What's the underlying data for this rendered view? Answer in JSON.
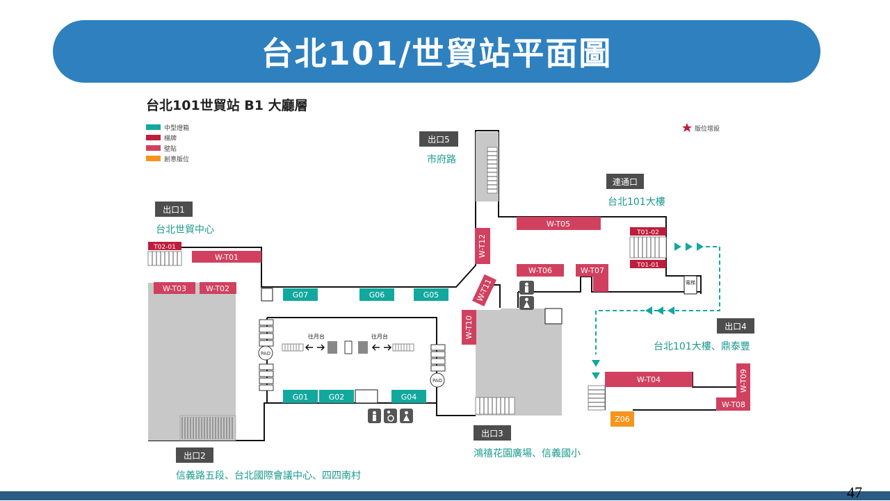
{
  "title": "台北101/世貿站平面圖",
  "page_number": "47",
  "floor_title": "台北101世貿站 B1 大廳層",
  "legend": [
    {
      "label": "中型燈箱",
      "color": "#13a89e"
    },
    {
      "label": "梯牌",
      "color": "#be1e3c"
    },
    {
      "label": "壁貼",
      "color": "#d1415f"
    },
    {
      "label": "創意版位",
      "color": "#f7941d"
    }
  ],
  "legend_right": {
    "label": "版位增設",
    "icon": "star-icon",
    "color": "#be1e3c"
  },
  "exits": {
    "exit1": {
      "tag": "出口1",
      "dest": "台北世貿中心"
    },
    "exit2": {
      "tag": "出口2",
      "dest": "信義路五段、台北國際會議中心、四四南村"
    },
    "exit3": {
      "tag": "出口3",
      "dest": "鴻禧花園廣場、信義國小"
    },
    "exit4": {
      "tag": "出口4",
      "dest": "台北101大樓、鼎泰豐"
    },
    "exit5": {
      "tag": "出口5",
      "dest": "市府路"
    },
    "connector": {
      "tag": "連通口",
      "dest": "台北101大樓"
    }
  },
  "ad_slots": {
    "T02_01": "T02-01",
    "W_T01": "W-T01",
    "W_T03": "W-T03",
    "W_T02": "W-T02",
    "G07": "G07",
    "G06": "G06",
    "G05": "G05",
    "W_T12": "W-T12",
    "W_T05": "W-T05",
    "T01_02": "T01-02",
    "T01_01": "T01-01",
    "W_T06": "W-T06",
    "W_T07": "W-T07",
    "W_T11": "W-T11",
    "W_T10": "W-T10",
    "G01": "G01",
    "G02": "G02",
    "G04": "G04",
    "W_T04": "W-T04",
    "W_T09": "W-T09",
    "W_T08": "W-T08",
    "Z06": "Z06"
  },
  "platform_labels": {
    "left": "往月台",
    "right": "往月台"
  },
  "pao_label": "PAO",
  "elevator_label": "電梯",
  "colors": {
    "slot_red": "#d1415f",
    "slot_dark_red": "#be1e3c",
    "slot_teal": "#13a89e",
    "slot_orange": "#f7941d",
    "tag_bg": "#4d4d4d",
    "dest_text": "#1a9a8f"
  }
}
